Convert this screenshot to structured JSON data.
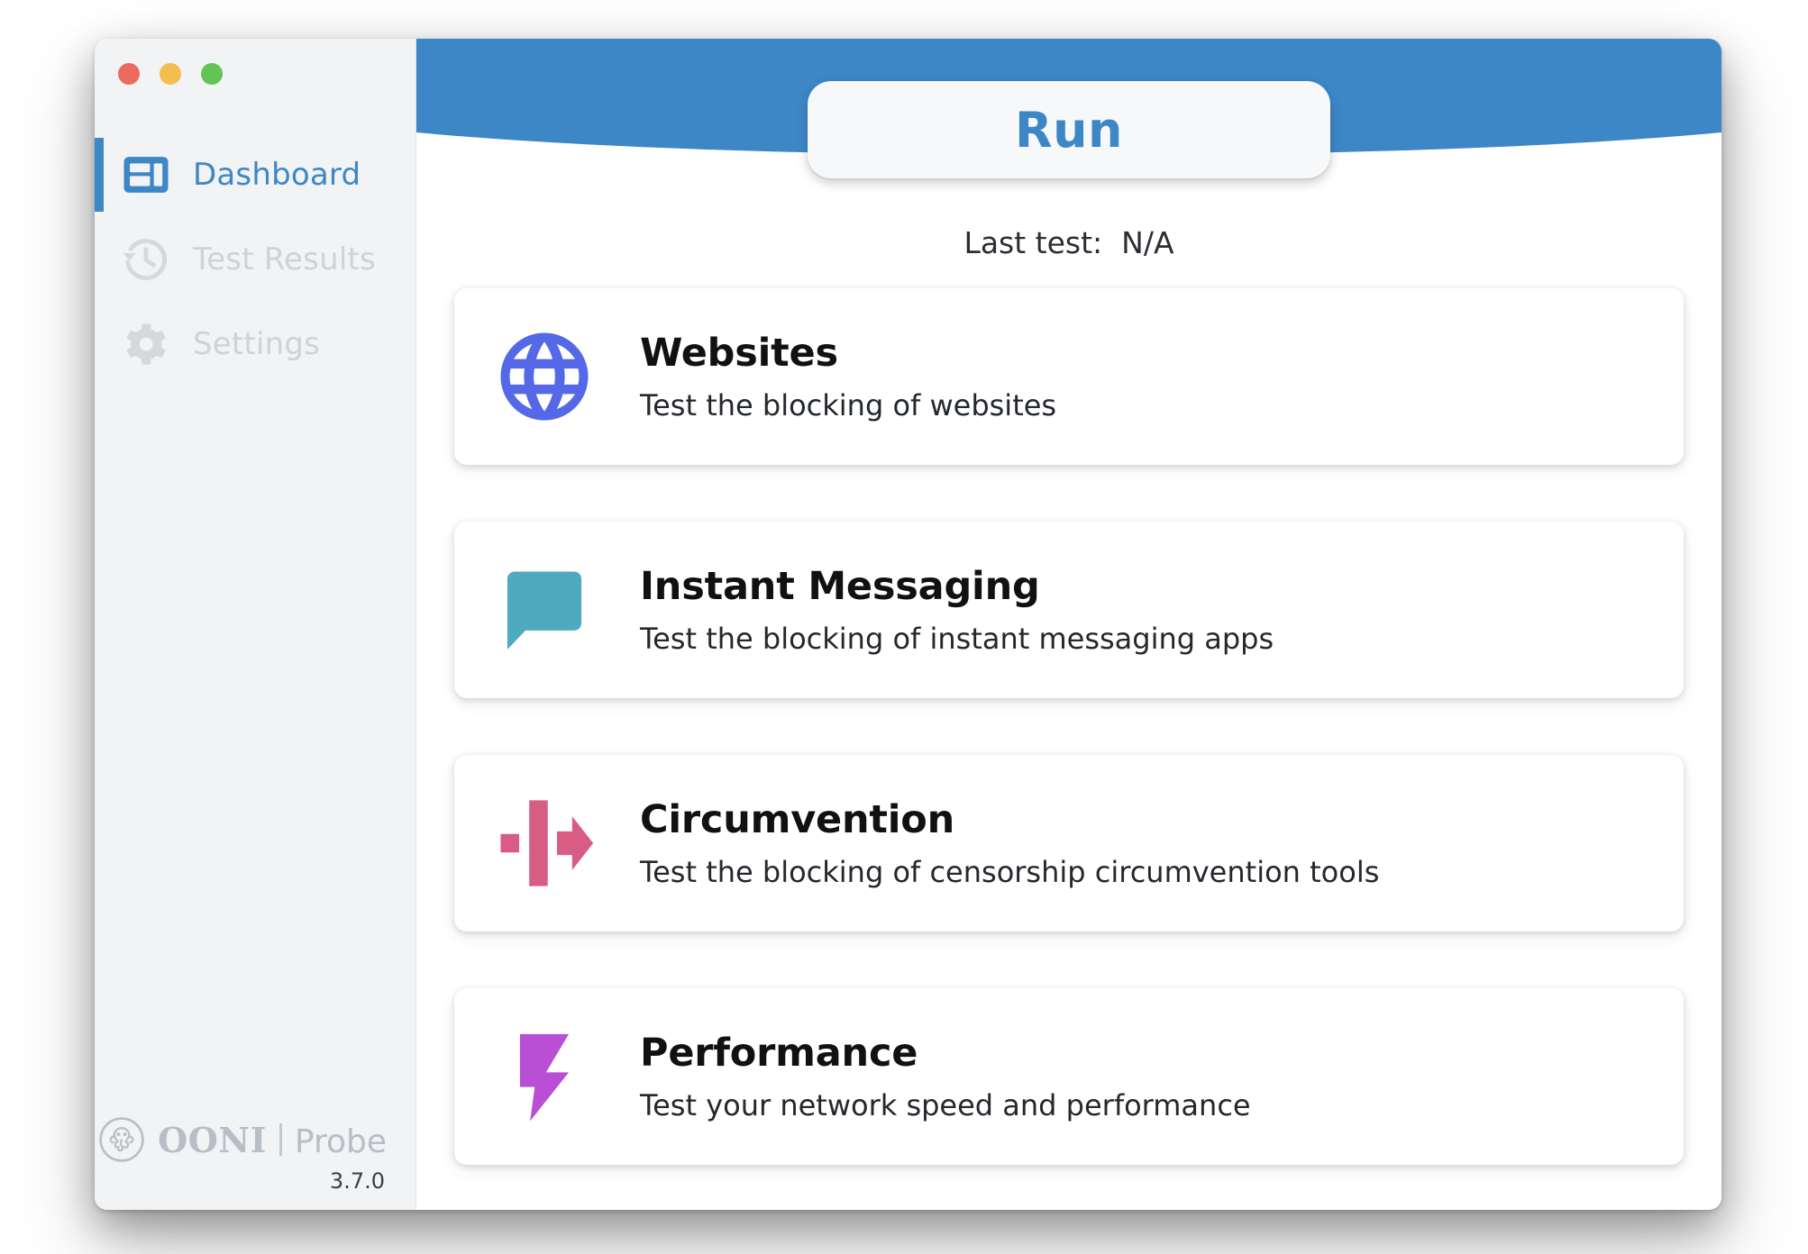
{
  "window": {
    "traffic_lights": [
      {
        "name": "close",
        "color": "#ed6a5e"
      },
      {
        "name": "minimize",
        "color": "#f4bd4f"
      },
      {
        "name": "maximize",
        "color": "#61c454"
      }
    ]
  },
  "sidebar": {
    "items": [
      {
        "label": "Dashboard",
        "icon": "dashboard-icon",
        "active": true
      },
      {
        "label": "Test Results",
        "icon": "history-icon",
        "active": false
      },
      {
        "label": "Settings",
        "icon": "gear-icon",
        "active": false
      }
    ],
    "brand": {
      "mark_icon": "ooni-octopus-icon",
      "name": "OONI",
      "product": "Probe",
      "version": "3.7.0"
    }
  },
  "header": {
    "band_color": "#3d87c7",
    "run_label": "Run",
    "last_test_label": "Last test:  N/A"
  },
  "cards": [
    {
      "icon": "globe-icon",
      "icon_color": "#5468e8",
      "title": "Websites",
      "description": "Test the blocking of websites"
    },
    {
      "icon": "chat-bubble-icon",
      "icon_color": "#4daabf",
      "title": "Instant Messaging",
      "description": "Test the blocking of instant messaging apps"
    },
    {
      "icon": "circumvention-arrow-icon",
      "icon_color": "#d85c83",
      "title": "Circumvention",
      "description": "Test the blocking of censorship circumvention tools"
    },
    {
      "icon": "lightning-bolt-icon",
      "icon_color": "#b94fd4",
      "title": "Performance",
      "description": "Test your network speed and performance"
    }
  ]
}
